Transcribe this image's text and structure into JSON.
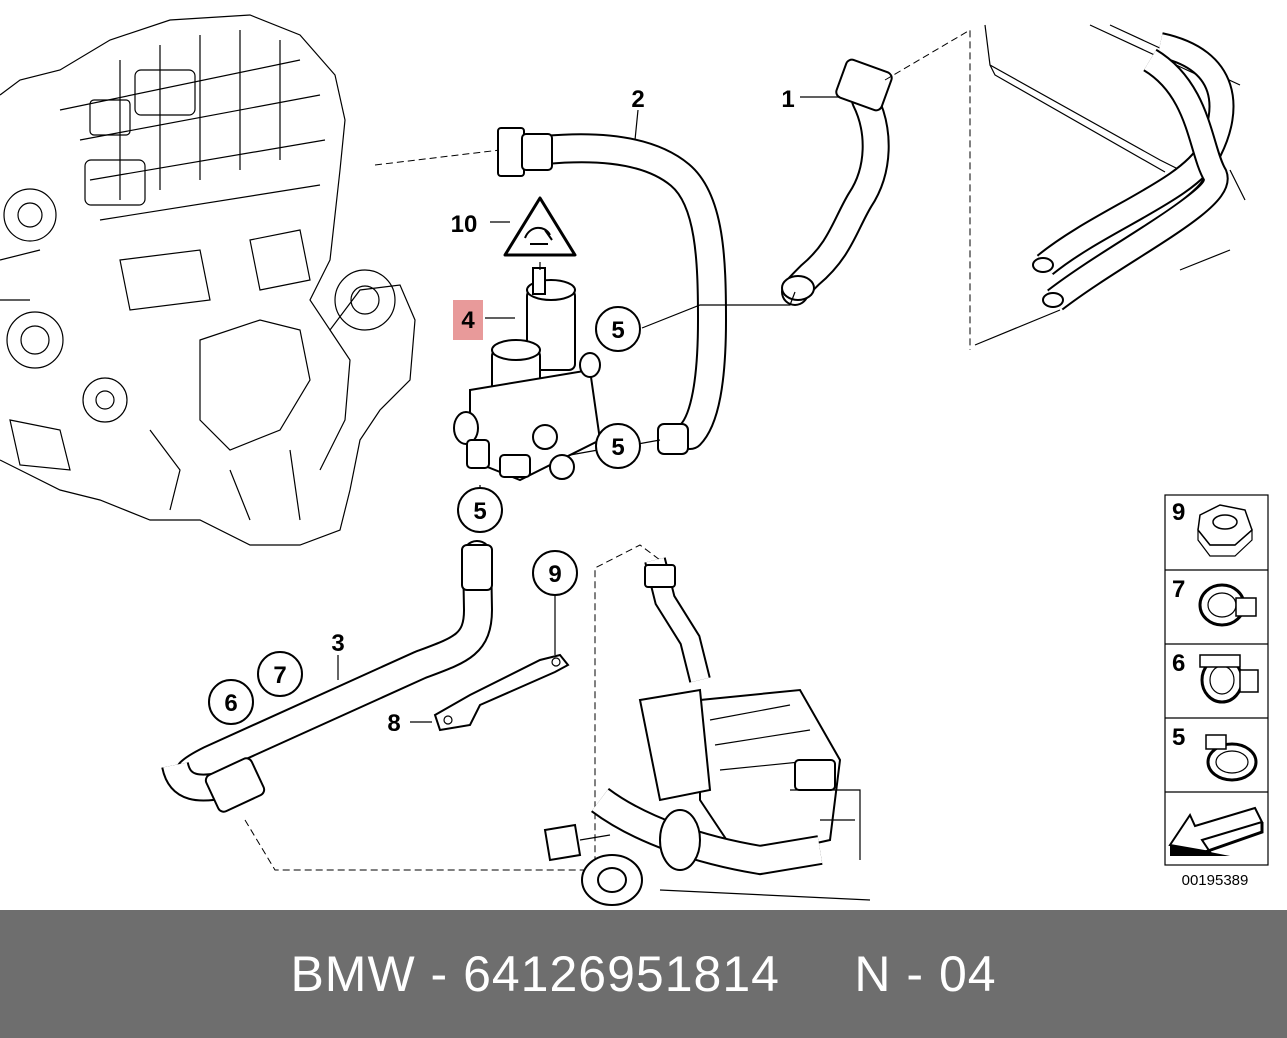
{
  "colors": {
    "footer_bg": "#6e6e6e",
    "footer_text": "#ffffff",
    "highlight": "#e89a9a",
    "line": "#000000"
  },
  "callouts": {
    "c1": "1",
    "c2": "2",
    "c3": "3",
    "c4": "4",
    "c5a": "5",
    "c5b": "5",
    "c5c": "5",
    "c6": "6",
    "c7": "7",
    "c8": "8",
    "c9": "9",
    "c10": "10"
  },
  "legend": {
    "items": [
      "9",
      "7",
      "6",
      "5"
    ],
    "icons": [
      "hex-nut-icon",
      "hose-clip-icon",
      "spring-clamp-icon",
      "worm-clamp-icon",
      "direction-arrow-icon"
    ]
  },
  "diagram_id": "00195389",
  "footer": {
    "text": "BMW - 64126951814     N - 04"
  }
}
